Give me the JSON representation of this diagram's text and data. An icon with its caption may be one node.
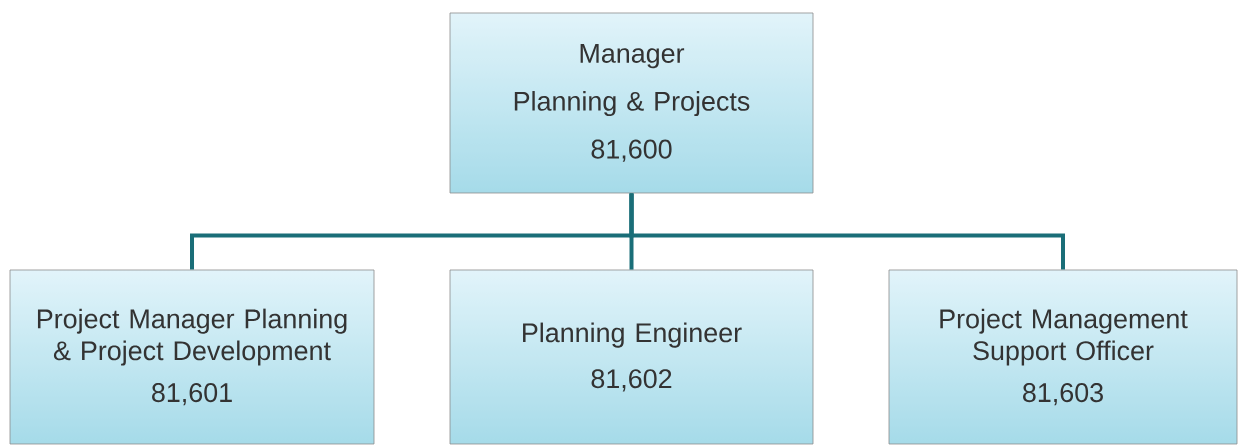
{
  "diagram": {
    "nodes": [
      {
        "text": [
          "Manager",
          "Planning & Projects",
          "81,600"
        ]
      },
      {
        "text": [
          "Project Manager Planning & Project Development",
          "81,601"
        ]
      },
      {
        "text": [
          "Planning Engineer",
          "81,602"
        ]
      },
      {
        "text": [
          "Project Management Support Officer",
          "81,603"
        ]
      }
    ],
    "edges": [
      {
        "from": 0,
        "to": 1,
        "arrow": "none"
      },
      {
        "from": 0,
        "to": 2,
        "arrow": "none"
      },
      {
        "from": 0,
        "to": 3,
        "arrow": "none"
      }
    ]
  }
}
